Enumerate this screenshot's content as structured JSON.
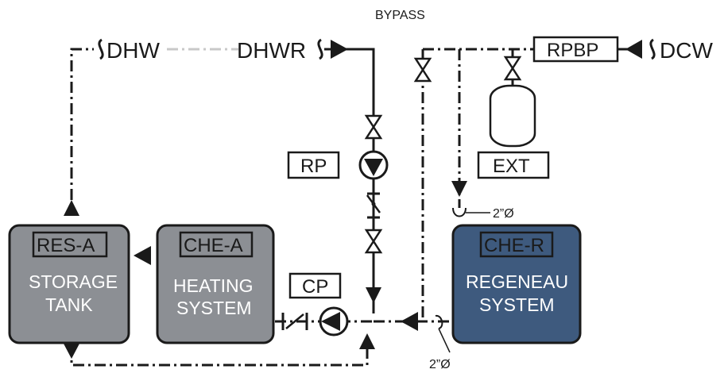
{
  "labels": {
    "bypass": "BYPASS",
    "dhw": "DHW",
    "dhwr": "DHWR",
    "rpbp": "RPBP",
    "dcw": "DCW",
    "rp": "RP",
    "ext": "EXT",
    "cp": "CP",
    "dia_top": "2”Ø",
    "dia_bottom": "2”Ø"
  },
  "boxes": {
    "res_a": {
      "tag": "RES-A",
      "line1": "STORAGE",
      "line2": "TANK"
    },
    "che_a": {
      "tag": "CHE-A",
      "line1": "HEATING",
      "line2": "SYSTEM"
    },
    "che_r": {
      "tag": "CHE-R",
      "line1": "REGENEAU",
      "line2": "SYSTEM"
    }
  },
  "colors": {
    "tank_fill": "#8c8f94",
    "heater_fill": "#8c8f94",
    "regen_fill": "#3e5a7e",
    "line": "#1a1a1a"
  }
}
